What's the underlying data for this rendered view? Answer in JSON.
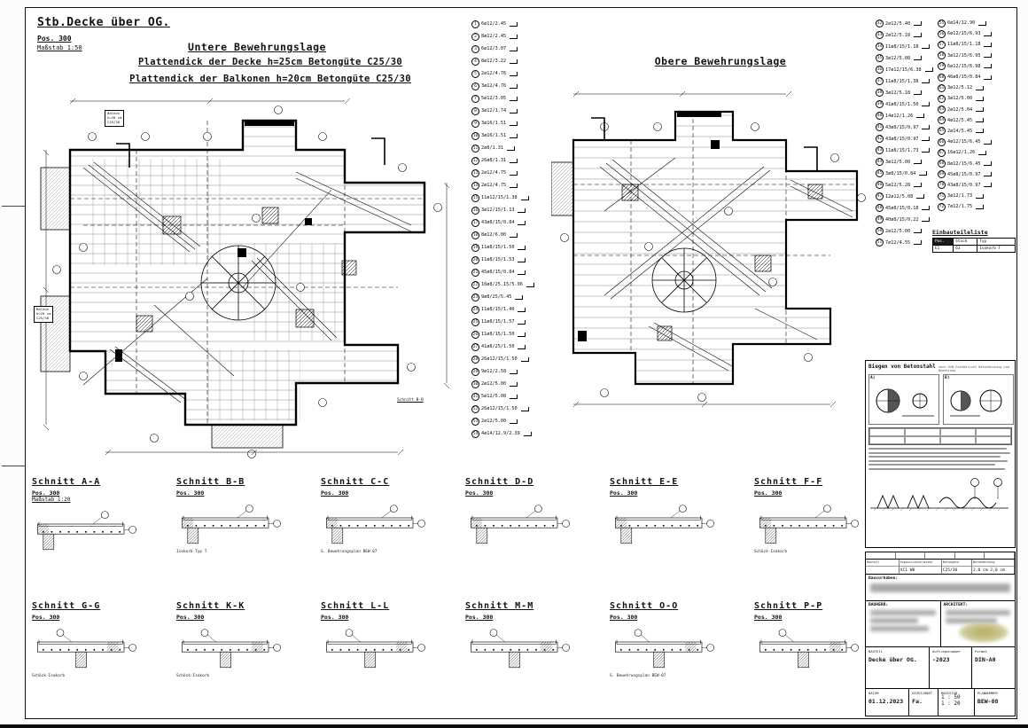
{
  "sheet": {
    "title": "Stb.Decke über OG.",
    "pos": "Pos. 300",
    "scale": "Maßstab 1:50"
  },
  "lower_plan": {
    "title": "Untere Bewehrungslage",
    "subtitle1": "Plattendick der Decke h=25cm Betongüte C25/30",
    "subtitle2": "Plattendick der Balkonen h=20cm Betongüte C25/30",
    "section_ref": "Schnitt B-B",
    "balkon": {
      "line1": "Balkon",
      "line2": "h=20 cm",
      "line3": "C25/30"
    }
  },
  "upper_plan": {
    "title": "Obere Bewehrungslage"
  },
  "positions_middle": [
    {
      "no": "1",
      "label": "6ø12/2.45"
    },
    {
      "no": "2",
      "label": "8ø12/2.45"
    },
    {
      "no": "3",
      "label": "6ø12/3.07"
    },
    {
      "no": "4",
      "label": "8ø12/3.22"
    },
    {
      "no": "5",
      "label": "2ø12/4.76"
    },
    {
      "no": "6",
      "label": "3ø12/4.76"
    },
    {
      "no": "7",
      "label": "5ø12/3.05"
    },
    {
      "no": "8",
      "label": "3ø12/1.74"
    },
    {
      "no": "9",
      "label": "3ø16/1.51"
    },
    {
      "no": "10",
      "label": "3ø16/1.51"
    },
    {
      "no": "11",
      "label": "2ø8/1.31"
    },
    {
      "no": "12",
      "label": "26ø8/1.31"
    },
    {
      "no": "13",
      "label": "2ø12/4.75"
    },
    {
      "no": "14",
      "label": "2ø12/4.75"
    },
    {
      "no": "15",
      "label": "11ø12/15/1.38"
    },
    {
      "no": "16",
      "label": "3ø12/15/1.13"
    },
    {
      "no": "17",
      "label": "43ø8/15/0.84"
    },
    {
      "no": "18",
      "label": "8ø12/6.00"
    },
    {
      "no": "19",
      "label": "11ø8/15/1.50"
    },
    {
      "no": "20",
      "label": "11ø8/15/1.53"
    },
    {
      "no": "21",
      "label": "45ø8/15/0.84"
    },
    {
      "no": "22",
      "label": "10ø8/25.15/5.96"
    },
    {
      "no": "23",
      "label": "9ø8/25/5.45"
    },
    {
      "no": "24",
      "label": "11ø8/15/1.40"
    },
    {
      "no": "25",
      "label": "11ø8/15/1.57"
    },
    {
      "no": "26",
      "label": "11ø8/15/1.50"
    },
    {
      "no": "27",
      "label": "41ø8/25/1.50"
    },
    {
      "no": "28",
      "label": "26ø12/15/1.50"
    },
    {
      "no": "29",
      "label": "9ø12/2.58"
    },
    {
      "no": "30",
      "label": "2ø12/5.00"
    },
    {
      "no": "31",
      "label": "5ø12/5.08"
    },
    {
      "no": "52",
      "label": "26ø12/15/1.50"
    },
    {
      "no": "53",
      "label": "2ø12/5.00"
    },
    {
      "no": "54",
      "label": "4ø14/12.9/2.39"
    }
  ],
  "positions_right_a": [
    {
      "no": "32",
      "label": "2ø12/5.40"
    },
    {
      "no": "33",
      "label": "2ø12/5.18"
    },
    {
      "no": "34",
      "label": "11ø8/15/1.18"
    },
    {
      "no": "35",
      "label": "3ø12/5.08"
    },
    {
      "no": "36",
      "label": "17ø12/15/6.38"
    },
    {
      "no": "37",
      "label": "11ø8/15/1.38"
    },
    {
      "no": "38",
      "label": "3ø12/5.18"
    },
    {
      "no": "39",
      "label": "41ø8/15/1.50"
    },
    {
      "no": "40",
      "label": "14ø12/1.26"
    },
    {
      "no": "41",
      "label": "43ø8/15/0.97"
    },
    {
      "no": "42",
      "label": "43ø8/15/0.97"
    },
    {
      "no": "43",
      "label": "11ø8/15/1.73"
    },
    {
      "no": "44",
      "label": "3ø12/5.00"
    },
    {
      "no": "45",
      "label": "3ø8/15/0.84"
    },
    {
      "no": "46",
      "label": "5ø12/5.28"
    },
    {
      "no": "47",
      "label": "12ø12/5.08"
    },
    {
      "no": "48",
      "label": "45ø8/15/0.18"
    },
    {
      "no": "49",
      "label": "40ø8/15/0.22"
    },
    {
      "no": "50",
      "label": "2ø12/5.00"
    },
    {
      "no": "51",
      "label": "7ø12/4.55"
    }
  ],
  "positions_right_b": [
    {
      "no": "55",
      "label": "6ø14/12.90"
    },
    {
      "no": "56",
      "label": "6ø12/15/6.93"
    },
    {
      "no": "57",
      "label": "11ø8/15/1.18"
    },
    {
      "no": "58",
      "label": "3ø12/15/6.95"
    },
    {
      "no": "59",
      "label": "6ø12/15/6.98"
    },
    {
      "no": "60",
      "label": "46ø8/15/0.84"
    },
    {
      "no": "61",
      "label": "3ø12/5.12"
    },
    {
      "no": "62",
      "label": "3ø12/5.00"
    },
    {
      "no": "63",
      "label": "2ø12/5.04"
    },
    {
      "no": "64",
      "label": "4ø12/5.45"
    },
    {
      "no": "65",
      "label": "2ø14/5.45"
    },
    {
      "no": "66",
      "label": "4ø12/15/6.45"
    },
    {
      "no": "67",
      "label": "16ø12/1.26"
    },
    {
      "no": "68",
      "label": "8ø12/15/6.45"
    },
    {
      "no": "69",
      "label": "45ø8/15/0.97"
    },
    {
      "no": "70",
      "label": "43ø8/15/0.97"
    },
    {
      "no": "71",
      "label": "3ø12/1.73"
    },
    {
      "no": "72",
      "label": "7ø12/1.75"
    }
  ],
  "einbauteileliste": {
    "title": "Einbauteileliste",
    "headers": [
      "Pos.",
      "Stück",
      "Typ"
    ],
    "row": [
      "E1",
      "63",
      "Isokorb T"
    ]
  },
  "bend_box": {
    "title": "Biegen von Betonstahl",
    "subtitle": "nach DIN-Fachbericht Betondeckung und Bewehrung",
    "group_a": "A)",
    "group_b": "B)"
  },
  "sections_row1": [
    {
      "title": "Schnitt A-A",
      "pos": "Pos. 300",
      "scale": "Maßstab 1:20",
      "note": ""
    },
    {
      "title": "Schnitt B-B",
      "pos": "Pos. 300",
      "scale": "",
      "note": "Isokorb Typ T"
    },
    {
      "title": "Schnitt C-C",
      "pos": "Pos. 300",
      "scale": "",
      "note": "S. Bewehrungsplan BEW-07"
    },
    {
      "title": "Schnitt D-D",
      "pos": "Pos. 300",
      "scale": "",
      "note": ""
    },
    {
      "title": "Schnitt E-E",
      "pos": "Pos. 300",
      "scale": "",
      "note": ""
    },
    {
      "title": "Schnitt F-F",
      "pos": "Pos. 300",
      "scale": "",
      "note": "Schöck-Isokorb"
    }
  ],
  "sections_row2": [
    {
      "title": "Schnitt G-G",
      "pos": "Pos. 300",
      "scale": "",
      "note": "Schöck-Isokorb"
    },
    {
      "title": "Schnitt K-K",
      "pos": "Pos. 300",
      "scale": "",
      "note": "Schöck-Isokorb"
    },
    {
      "title": "Schnitt L-L",
      "pos": "Pos. 300",
      "scale": "",
      "note": ""
    },
    {
      "title": "Schnitt M-M",
      "pos": "Pos. 300",
      "scale": "",
      "note": ""
    },
    {
      "title": "Schnitt O-O",
      "pos": "Pos. 300",
      "scale": "",
      "note": "S. Bewehrungsplan BEW-07"
    },
    {
      "title": "Schnitt P-P",
      "pos": "Pos. 300",
      "scale": "",
      "note": ""
    }
  ],
  "title_block": {
    "materials_headers": [
      "Bauteil",
      "Expositionsklassen",
      "Betongüte",
      "Betondeckung"
    ],
    "materials_row": [
      "",
      "XC1 W0",
      "C25/30",
      "2,0 cm  2,0 cm  3,0 cm"
    ],
    "bauvorhaben_label": "Bauvorhaben:",
    "bauherr_label": "BAUHERR:",
    "architekt_label": "ARCHITEKT:",
    "bauteil_label": "BAUTEIL",
    "bauteil_value": "Decke über OG.",
    "auftragsnummer_label": "Auftragsnummer",
    "auftragsnummer_value": "-2023",
    "format_label": "Format",
    "format_value": "DIN-A0",
    "datum_label": "DATUM",
    "datum_value": "01.12.2023",
    "gezeichnet_label": "GEZEICHNET",
    "gezeichnet_value": "Fa.",
    "massstab_label": "MASSSTAB",
    "massstab_value1": "1 : 50",
    "massstab_value2": "1 : 20",
    "plannummer_label": "PLANNUMMER",
    "plannummer_value": "BEW-08"
  }
}
